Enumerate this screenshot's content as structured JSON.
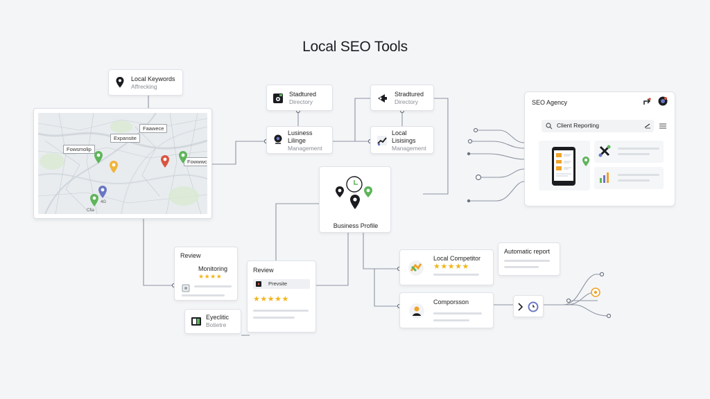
{
  "title": "Local SEO Tools",
  "keywords": {
    "title": "Local Keywords",
    "subtitle": "Affrecking"
  },
  "map": {
    "tags": [
      "Fowsmolip",
      "Expansite",
      "Faawece",
      "Fowwwclop"
    ],
    "small_labels": [
      "Cfia",
      "4G"
    ]
  },
  "structured_left": {
    "title": "Stadtured",
    "subtitle": "Directory"
  },
  "listings_left": {
    "title": "Lusiness",
    "line2": "Lilinge",
    "subtitle": "Management"
  },
  "structured_right": {
    "title": "Stradtured",
    "subtitle": "Directory"
  },
  "listings_right": {
    "title": "Local",
    "line2": "Lisisings",
    "subtitle": "Management"
  },
  "business_profile": {
    "label": "Business Profile"
  },
  "agency": {
    "title": "SEO Agency",
    "search_text": "Client Reporting"
  },
  "review_monitoring": {
    "title": "Review",
    "subtitle": "Monitoring",
    "rating": 4
  },
  "review_card": {
    "title": "Review",
    "field_text": "Prevsite",
    "rating": 5
  },
  "eyelectic": {
    "title": "Eyeclitic",
    "subtitle": "Botietre"
  },
  "competitor": {
    "title": "Local Competitor",
    "rating": 5
  },
  "comparison": {
    "title": "Comporsson"
  },
  "automatic_report": {
    "title": "Automatic report"
  },
  "colors": {
    "star": "#f2b51b",
    "wire": "#8c93a0",
    "dot": "#6b7280",
    "accent_orange": "#f0a32a",
    "accent_green": "#5fb55a",
    "accent_blue": "#6070c0",
    "accent_red": "#d9553f"
  }
}
